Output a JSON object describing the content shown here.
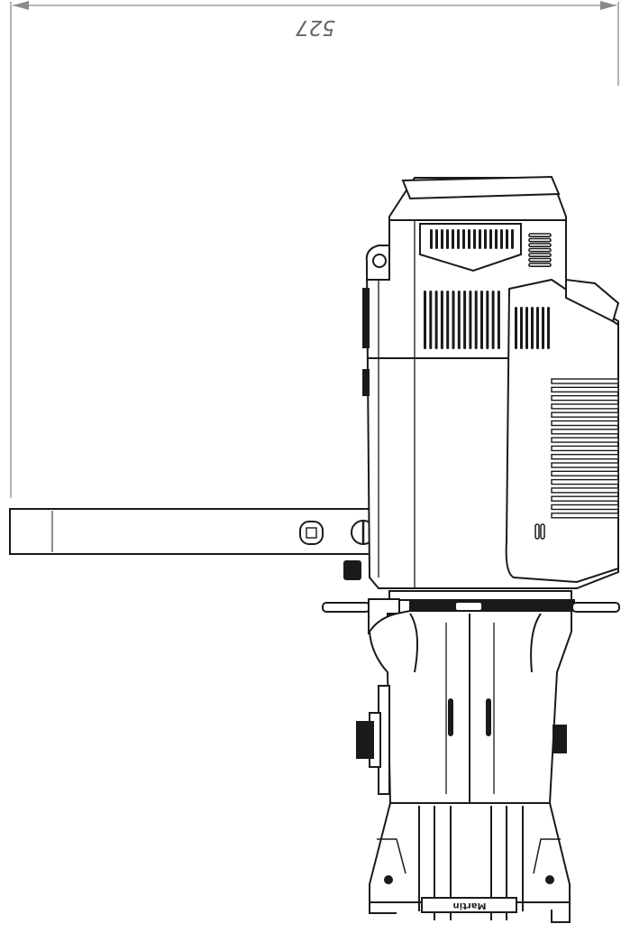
{
  "dimension": {
    "width_label": "527",
    "orientation": "upside-down"
  },
  "brand": {
    "logo_text": "Martin"
  },
  "colors": {
    "line": "#1a1a1a",
    "dimension_line": "#8a8a8a",
    "dimension_text": "#666666",
    "background": "#ffffff"
  }
}
